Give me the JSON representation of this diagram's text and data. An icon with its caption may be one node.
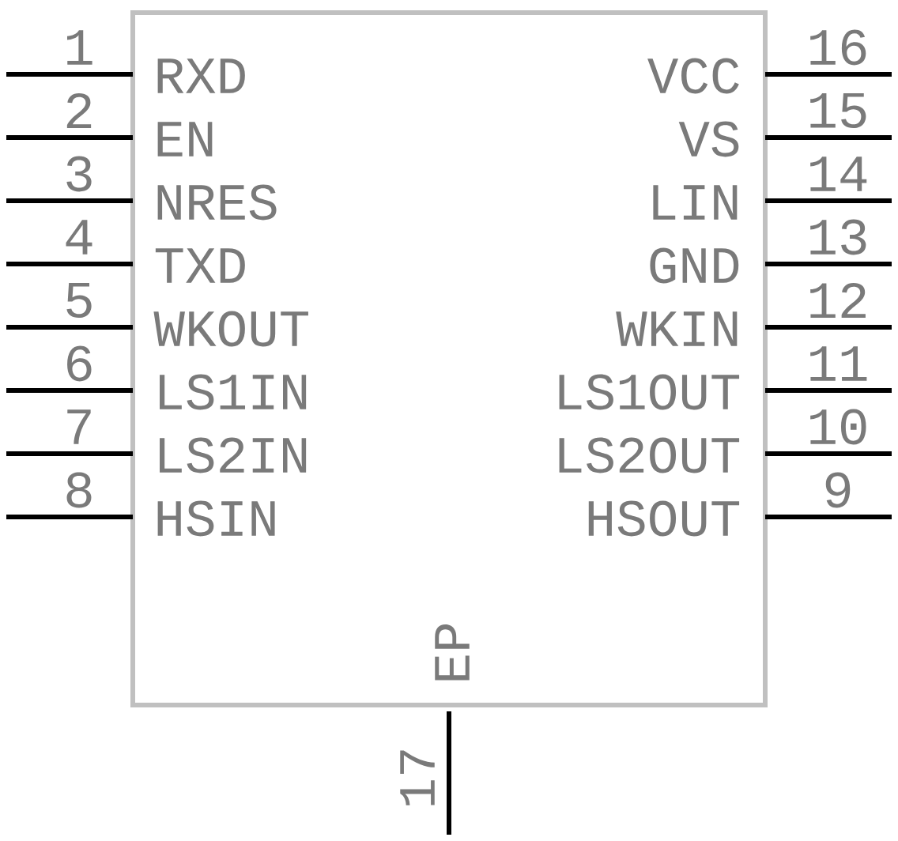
{
  "diagram": {
    "nodes": [
      {
        "text": [],
        "shape": "box"
      }
    ],
    "labels": [
      "1",
      "RXD",
      "VCC",
      "16",
      "2",
      "EN",
      "VS",
      "15",
      "3",
      "NRES",
      "LIN",
      "14",
      "4",
      "TXD",
      "GND",
      "13",
      "5",
      "WKOUT",
      "WKIN",
      "12",
      "6",
      "LS1IN",
      "LS1OUT",
      "11",
      "7",
      "LS2IN",
      "LS2OUT",
      "10",
      "8",
      "HSIN",
      "HSOUT",
      "9",
      "EP",
      "17"
    ]
  }
}
